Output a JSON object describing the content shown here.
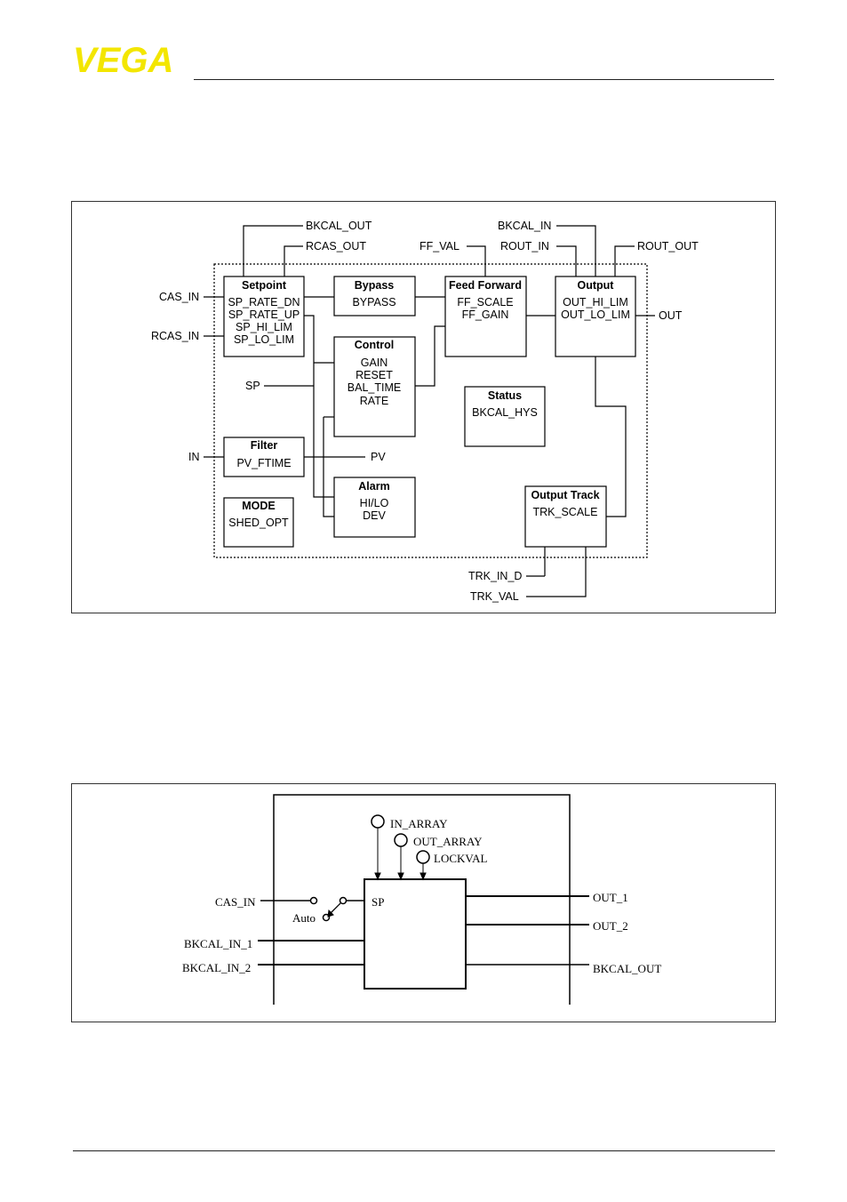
{
  "brand": {
    "logo_text": "VEGA",
    "logo_color": "#f3e600"
  },
  "figure1": {
    "blocks": {
      "setpoint": {
        "title": "Setpoint",
        "params": [
          "SP_RATE_DN",
          "SP_RATE_UP",
          "SP_HI_LIM",
          "SP_LO_LIM"
        ]
      },
      "bypass": {
        "title": "Bypass",
        "params": [
          "BYPASS"
        ]
      },
      "feed_forward": {
        "title": "Feed Forward",
        "params": [
          "FF_SCALE",
          "FF_GAIN"
        ]
      },
      "output": {
        "title": "Output",
        "params": [
          "OUT_HI_LIM",
          "OUT_LO_LIM"
        ]
      },
      "control": {
        "title": "Control",
        "params": [
          "GAIN",
          "RESET",
          "BAL_TIME",
          "RATE"
        ]
      },
      "status": {
        "title": "Status",
        "params": [
          "BKCAL_HYS"
        ]
      },
      "filter": {
        "title": "Filter",
        "params": [
          "PV_FTIME"
        ]
      },
      "alarm": {
        "title": "Alarm",
        "params": [
          "HI/LO",
          "DEV"
        ]
      },
      "mode": {
        "title": "MODE",
        "params": [
          "SHED_OPT"
        ]
      },
      "output_track": {
        "title": "Output Track",
        "params": [
          "TRK_SCALE"
        ]
      }
    },
    "signals": {
      "bkcal_out": "BKCAL_OUT",
      "rcas_out": "RCAS_OUT",
      "ff_val": "FF_VAL",
      "bkcal_in": "BKCAL_IN",
      "rout_in": "ROUT_IN",
      "rout_out": "ROUT_OUT",
      "cas_in": "CAS_IN",
      "rcas_in": "RCAS_IN",
      "sp": "SP",
      "in": "IN",
      "pv": "PV",
      "out": "OUT",
      "trk_in_d": "TRK_IN_D",
      "trk_val": "TRK_VAL"
    }
  },
  "figure2": {
    "block_label": "SP",
    "params": [
      "IN_ARRAY",
      "OUT_ARRAY",
      "LOCKVAL"
    ],
    "inputs": [
      "CAS_IN",
      "BKCAL_IN_1",
      "BKCAL_IN_2"
    ],
    "switch_label": "Auto",
    "outputs": [
      "OUT_1",
      "OUT_2",
      "BKCAL_OUT"
    ]
  }
}
